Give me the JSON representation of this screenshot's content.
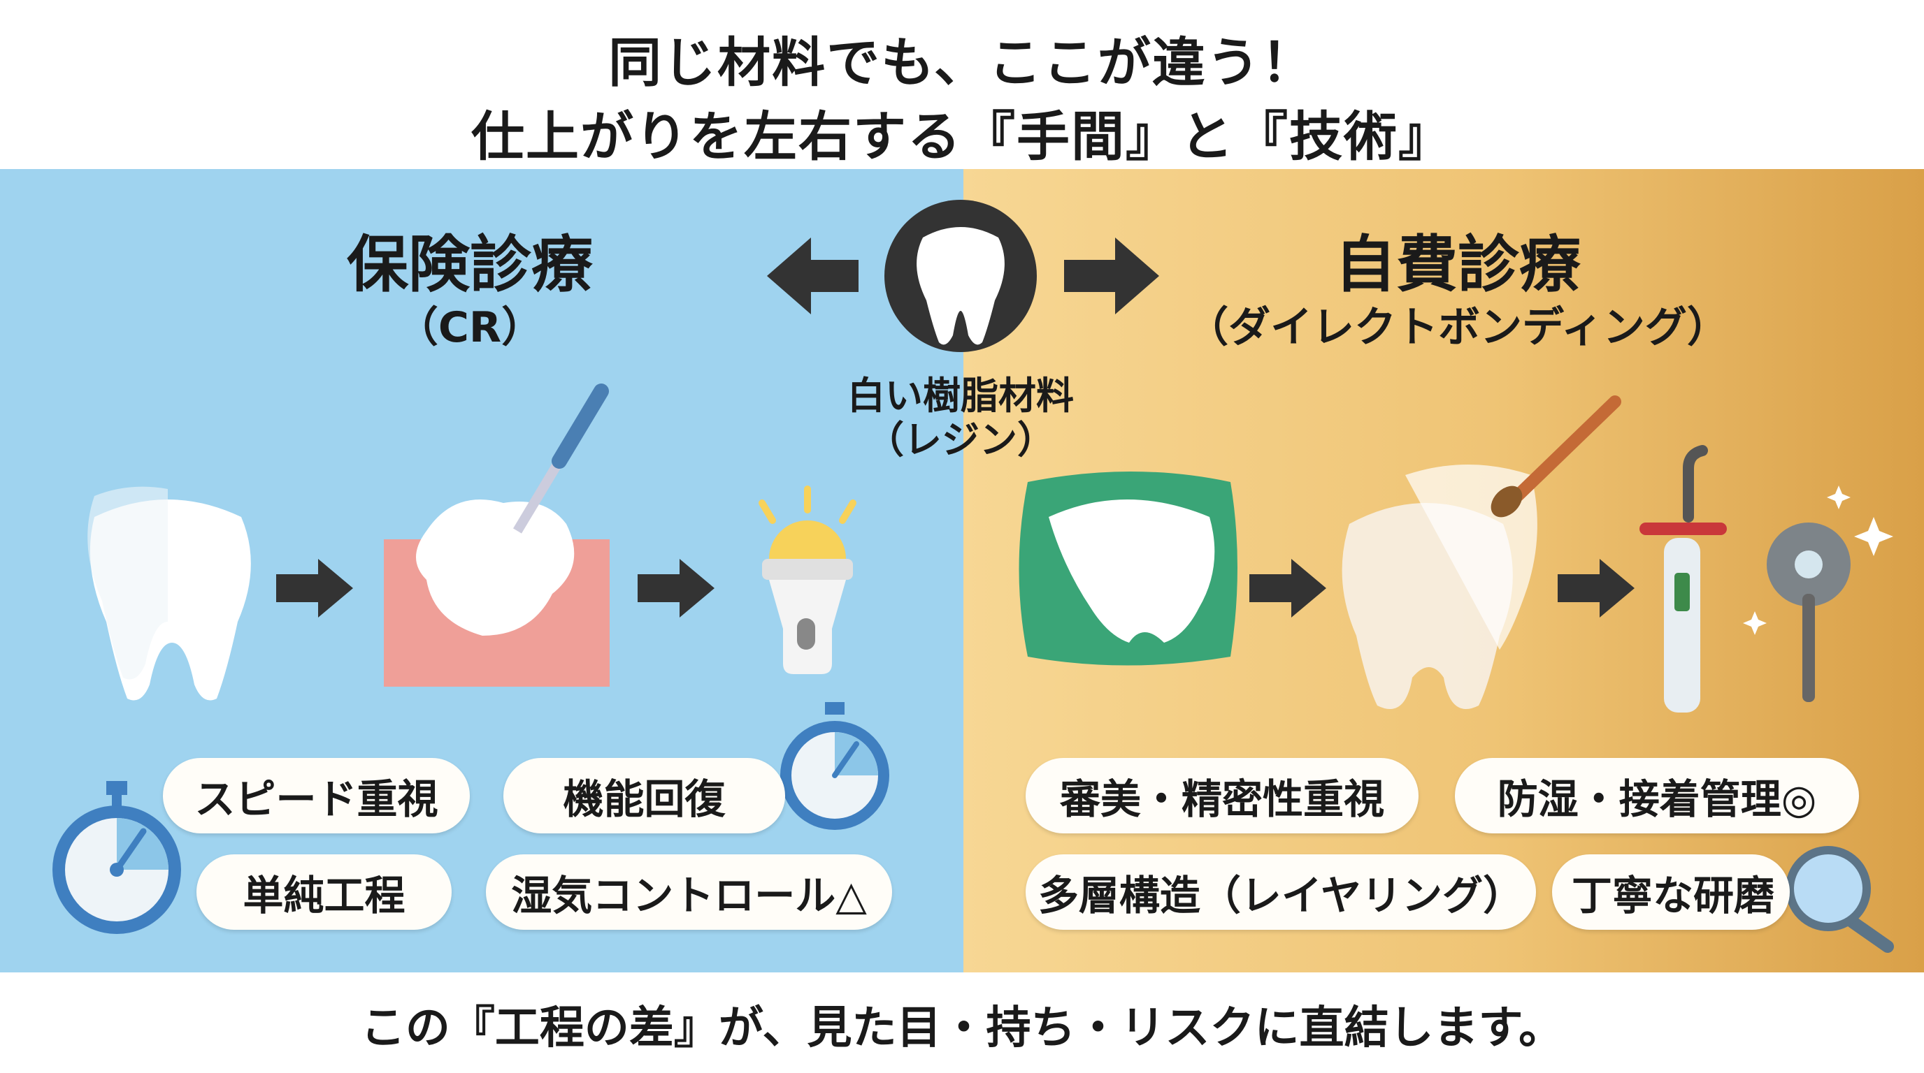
{
  "title": {
    "line1": "同じ材料でも、ここが違う！",
    "line2": "仕上がりを左右する『手間』と『技術』"
  },
  "left": {
    "heading": "保険診療",
    "subheading": "（CR）",
    "color": "#9fd3ef",
    "tags": [
      "スピード重視",
      "機能回復",
      "単純工程",
      "湿気コントロール△"
    ]
  },
  "right": {
    "heading": "自費診療",
    "subheading": "（ダイレクトボンディング）",
    "color": "#efc475",
    "tags": [
      "審美・精密性重視",
      "防湿・接着管理◎",
      "多層構造（レイヤリング）",
      "丁寧な研磨"
    ]
  },
  "center": {
    "label": "白い樹脂材料",
    "sublabel": "（レジン）"
  },
  "footer": "この『工程の差』が、見た目・持ち・リスクに直結します。"
}
